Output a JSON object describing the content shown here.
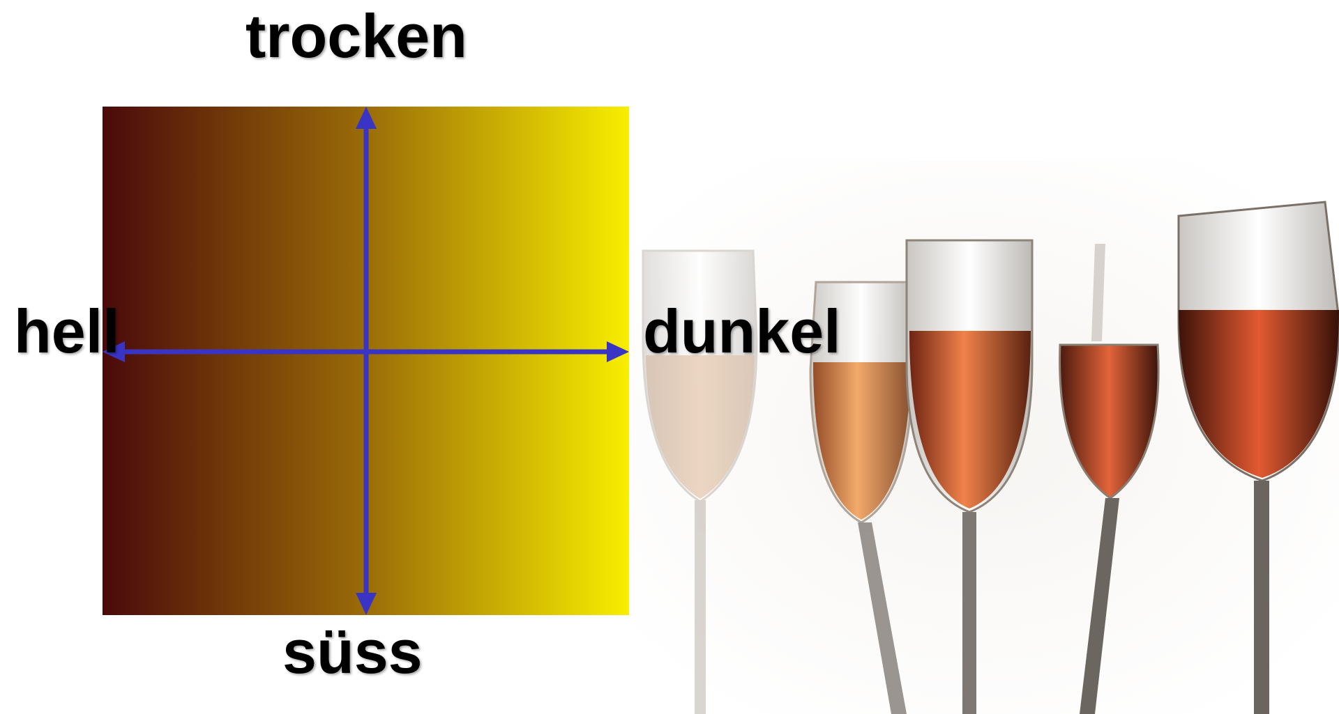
{
  "labels": {
    "top": "trocken",
    "bottom": "süss",
    "left": "hell",
    "right": "dunkel"
  },
  "colors": {
    "gradient_start": "#4a0a0a",
    "gradient_mid": "#9a6c08",
    "gradient_end": "#f8ee00",
    "axis": "#3a34c4",
    "label": "#000000"
  },
  "illustration": {
    "subject": "wine-glasses",
    "count": 5
  }
}
